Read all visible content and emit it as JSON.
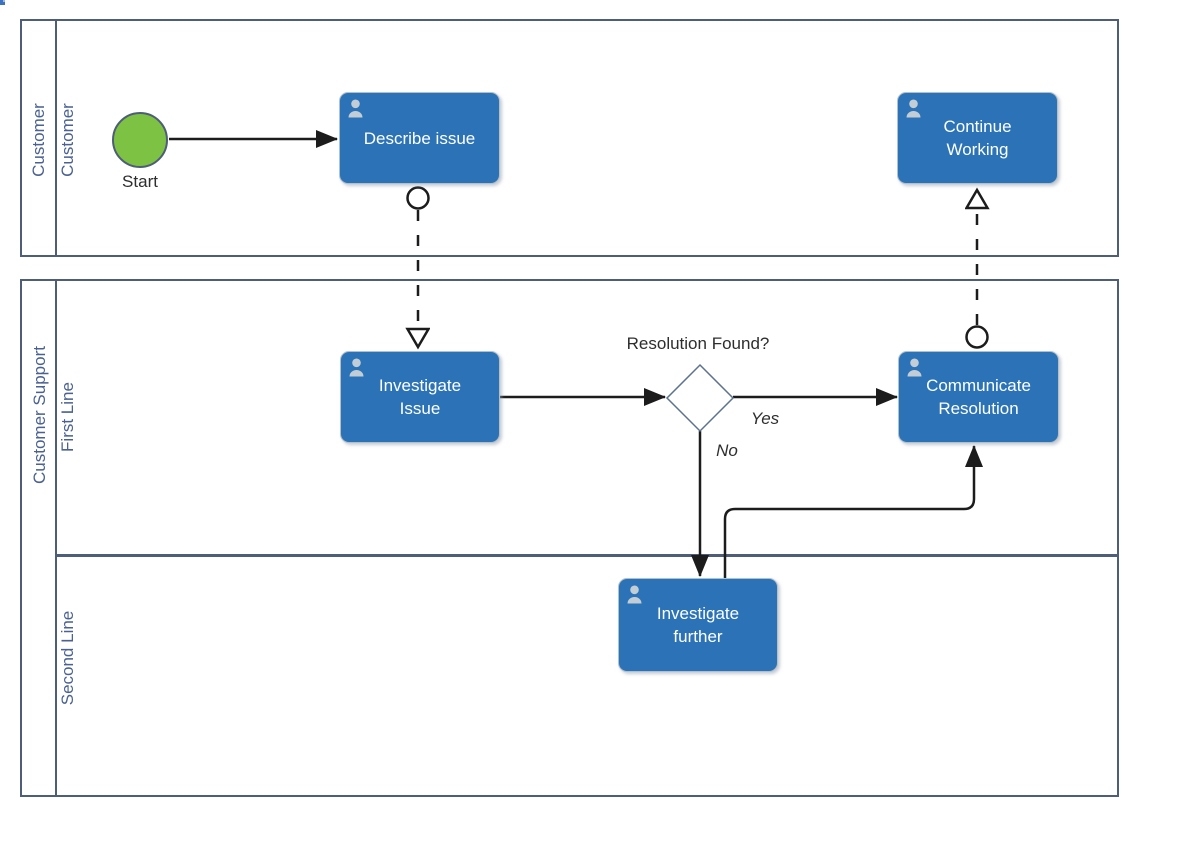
{
  "diagram": {
    "pools": [
      {
        "name": "Customer",
        "lanes": [
          {
            "name": "Customer"
          }
        ]
      },
      {
        "name": "Customer Support",
        "lanes": [
          {
            "name": "First Line"
          },
          {
            "name": "Second Line"
          }
        ]
      }
    ],
    "start_event": {
      "label": "Start"
    },
    "tasks": [
      {
        "label": "Describe issue"
      },
      {
        "label": "Continue\nWorking"
      },
      {
        "label": "Investigate\nIssue"
      },
      {
        "label": "Communicate\nResolution"
      },
      {
        "label": "Investigate\nfurther"
      }
    ],
    "gateway": {
      "label": "Resolution Found?",
      "branches": {
        "yes": "Yes",
        "no": "No"
      }
    },
    "colors": {
      "task_fill": "#2b73b6",
      "task_border": "#b3bfca",
      "task_text": "#ffffff",
      "pool_border": "#4e5d78",
      "lane_label": "#4a6191",
      "start_fill": "#7dc243",
      "start_border": "#4e5d78",
      "flow": "#1c1c1c",
      "person_icon": "#c3cdd6",
      "gateway_border": "#5d7191",
      "label_text": "#2e2e2e",
      "artifact": "#3c72c0"
    }
  }
}
